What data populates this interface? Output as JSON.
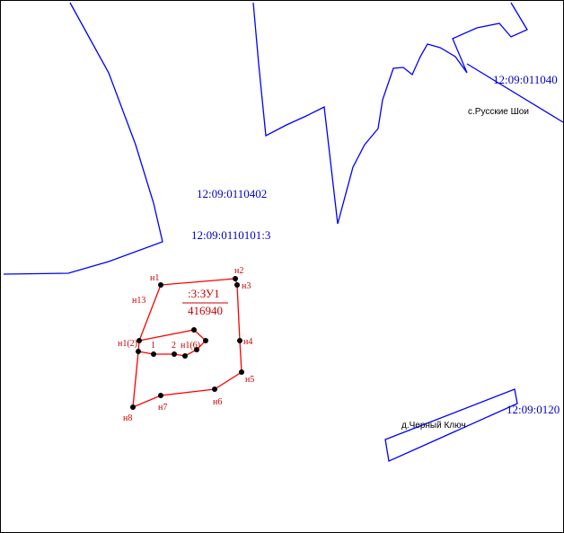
{
  "map": {
    "cadastral_labels": [
      "12:09:0110402",
      "12:09:0110101:3",
      "12:09:011040",
      "12:09:0120"
    ],
    "settlements": [
      "с.Русские Шои",
      "д.Черный Ключ"
    ],
    "parcel": {
      "id": ":3:ЗУ1",
      "area": "416940"
    },
    "point_labels": [
      "н1",
      "н2",
      "н3",
      "н4",
      "н5",
      "н6",
      "н7",
      "н8",
      "н13",
      "н1(2)",
      "1",
      "2",
      "н1(6)"
    ],
    "colors": {
      "boundary": "#0000ff",
      "parcel": "#ff0000",
      "points": "#000000",
      "cad_text": "#0000cc"
    }
  }
}
